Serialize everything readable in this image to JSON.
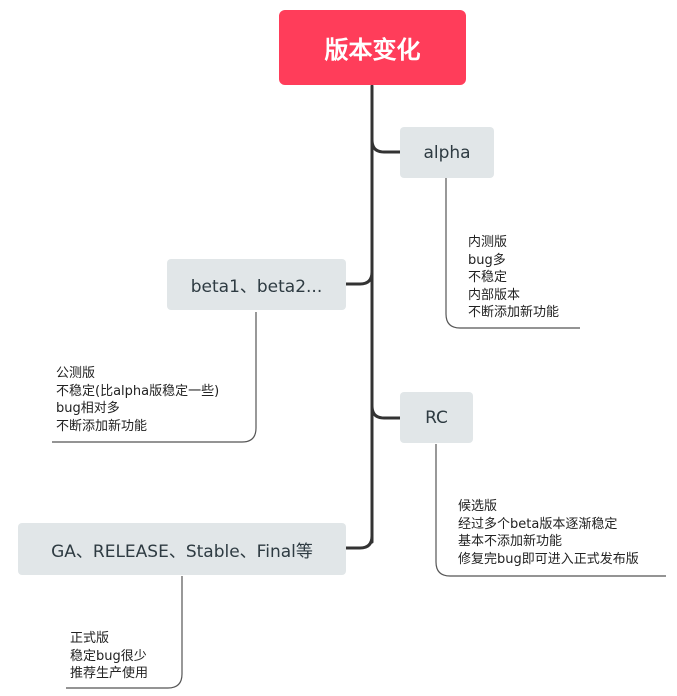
{
  "root": {
    "label": "版本变化"
  },
  "nodes": {
    "alpha": {
      "label": "alpha"
    },
    "beta": {
      "label": "beta1、beta2..."
    },
    "rc": {
      "label": "RC"
    },
    "ga": {
      "label": "GA、RELEASE、Stable、Final等"
    }
  },
  "notes": {
    "alpha": [
      "内测版",
      "bug多",
      "不稳定",
      "内部版本",
      "不断添加新功能"
    ],
    "beta": [
      "公测版",
      "不稳定(比alpha版稳定一些)",
      "bug相对多",
      "不断添加新功能"
    ],
    "rc": [
      "候选版",
      "经过多个beta版本逐渐稳定",
      "基本不添加新功能",
      "修复完bug即可进入正式发布版"
    ],
    "ga": [
      "正式版",
      "稳定bug很少",
      "推荐生产使用"
    ]
  },
  "colors": {
    "root_fill": "#ff3d5a",
    "node_fill": "#e1e6e8",
    "connector": "#333333",
    "note_line": "#555555"
  }
}
